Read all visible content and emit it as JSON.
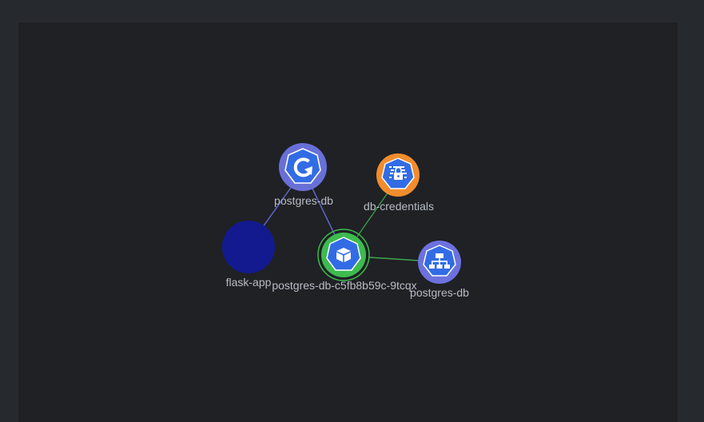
{
  "graph": {
    "nodes": [
      {
        "id": "deploy",
        "label": "postgres-db",
        "kind": "deployment",
        "icon": "deployment-icon"
      },
      {
        "id": "secret",
        "label": "db-credentials",
        "kind": "secret",
        "icon": "secret-icon"
      },
      {
        "id": "flask",
        "label": "flask-app",
        "kind": "unknown",
        "icon": ""
      },
      {
        "id": "pod",
        "label": "postgres-db-c5fb8b59c-9tcqx",
        "kind": "pod",
        "icon": "pod-icon"
      },
      {
        "id": "svc",
        "label": "postgres-db",
        "kind": "service",
        "icon": "service-icon"
      }
    ],
    "edges": [
      {
        "from": "deploy",
        "to": "flask"
      },
      {
        "from": "deploy",
        "to": "pod"
      },
      {
        "from": "secret",
        "to": "pod"
      },
      {
        "from": "pod",
        "to": "svc"
      }
    ]
  },
  "colors": {
    "deployment": "#6870d8",
    "secret": "#f28c2c",
    "pod": "#3dbb4e",
    "service": "#6c71de",
    "unknown": "#131a8f",
    "k8s_blue": "#326ce5",
    "edge_blue": "#5e66c9",
    "edge_green": "#3fa64f"
  }
}
